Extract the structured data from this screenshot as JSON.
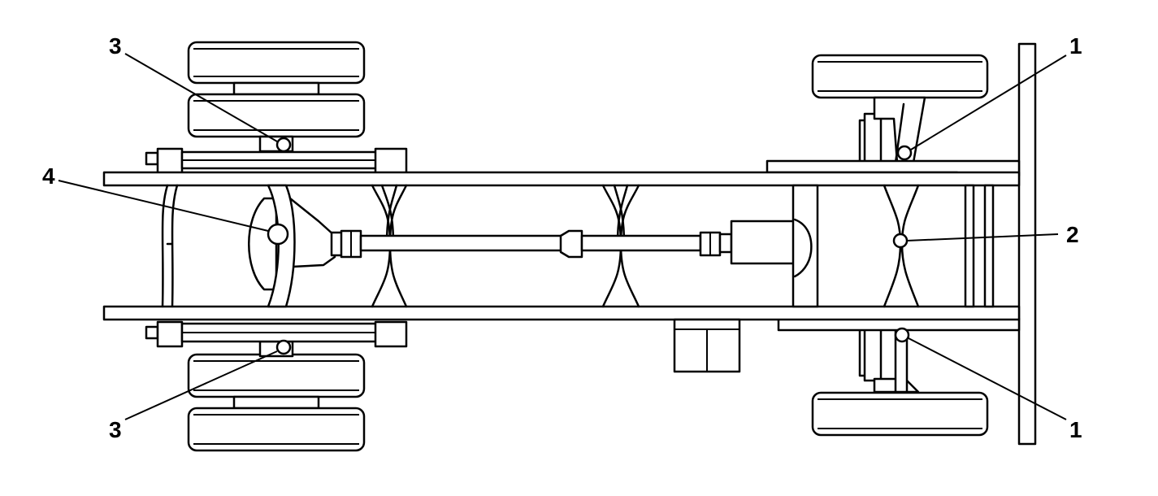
{
  "diagram": {
    "callouts": [
      {
        "id": "callout-3-top-left",
        "number": "3"
      },
      {
        "id": "callout-4-left",
        "number": "4"
      },
      {
        "id": "callout-3-bottom-left",
        "number": "3"
      },
      {
        "id": "callout-1-top-right",
        "number": "1"
      },
      {
        "id": "callout-2-right",
        "number": "2"
      },
      {
        "id": "callout-1-bottom-right",
        "number": "1"
      }
    ]
  }
}
